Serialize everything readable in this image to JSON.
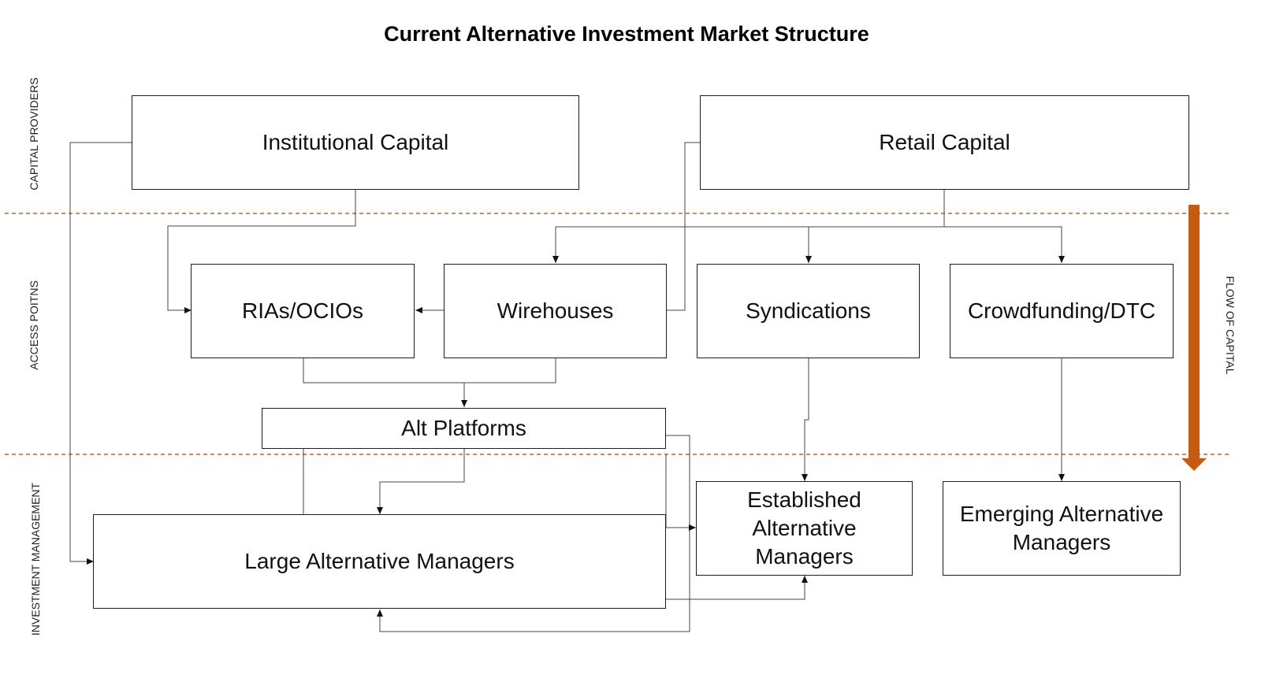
{
  "title": "Current Alternative Investment Market Structure",
  "bands": {
    "capital_providers": "CAPITAL PROVIDERS",
    "access_points": "ACCESS POITNS",
    "investment_management": "INVESTMENT MANAGEMENT"
  },
  "flow_label": "FLOW OF CAPITAL",
  "nodes": {
    "institutional_capital": "Institutional Capital",
    "retail_capital": "Retail Capital",
    "rias_ocios": "RIAs/OCIOs",
    "wirehouses": "Wirehouses",
    "syndications": "Syndications",
    "crowdfunding_dtc": "Crowdfunding/DTC",
    "alt_platforms": "Alt Platforms",
    "large_alt_managers": "Large Alternative Managers",
    "established_alt_managers": [
      "Established",
      "Alternative",
      "Managers"
    ],
    "emerging_alt_managers": [
      "Emerging Alternative",
      "Managers"
    ]
  },
  "colors": {
    "divider": "#c0622a",
    "flow_arrow": "#c55a11",
    "connector": "#444444",
    "box_border": "#1a1a2a"
  }
}
